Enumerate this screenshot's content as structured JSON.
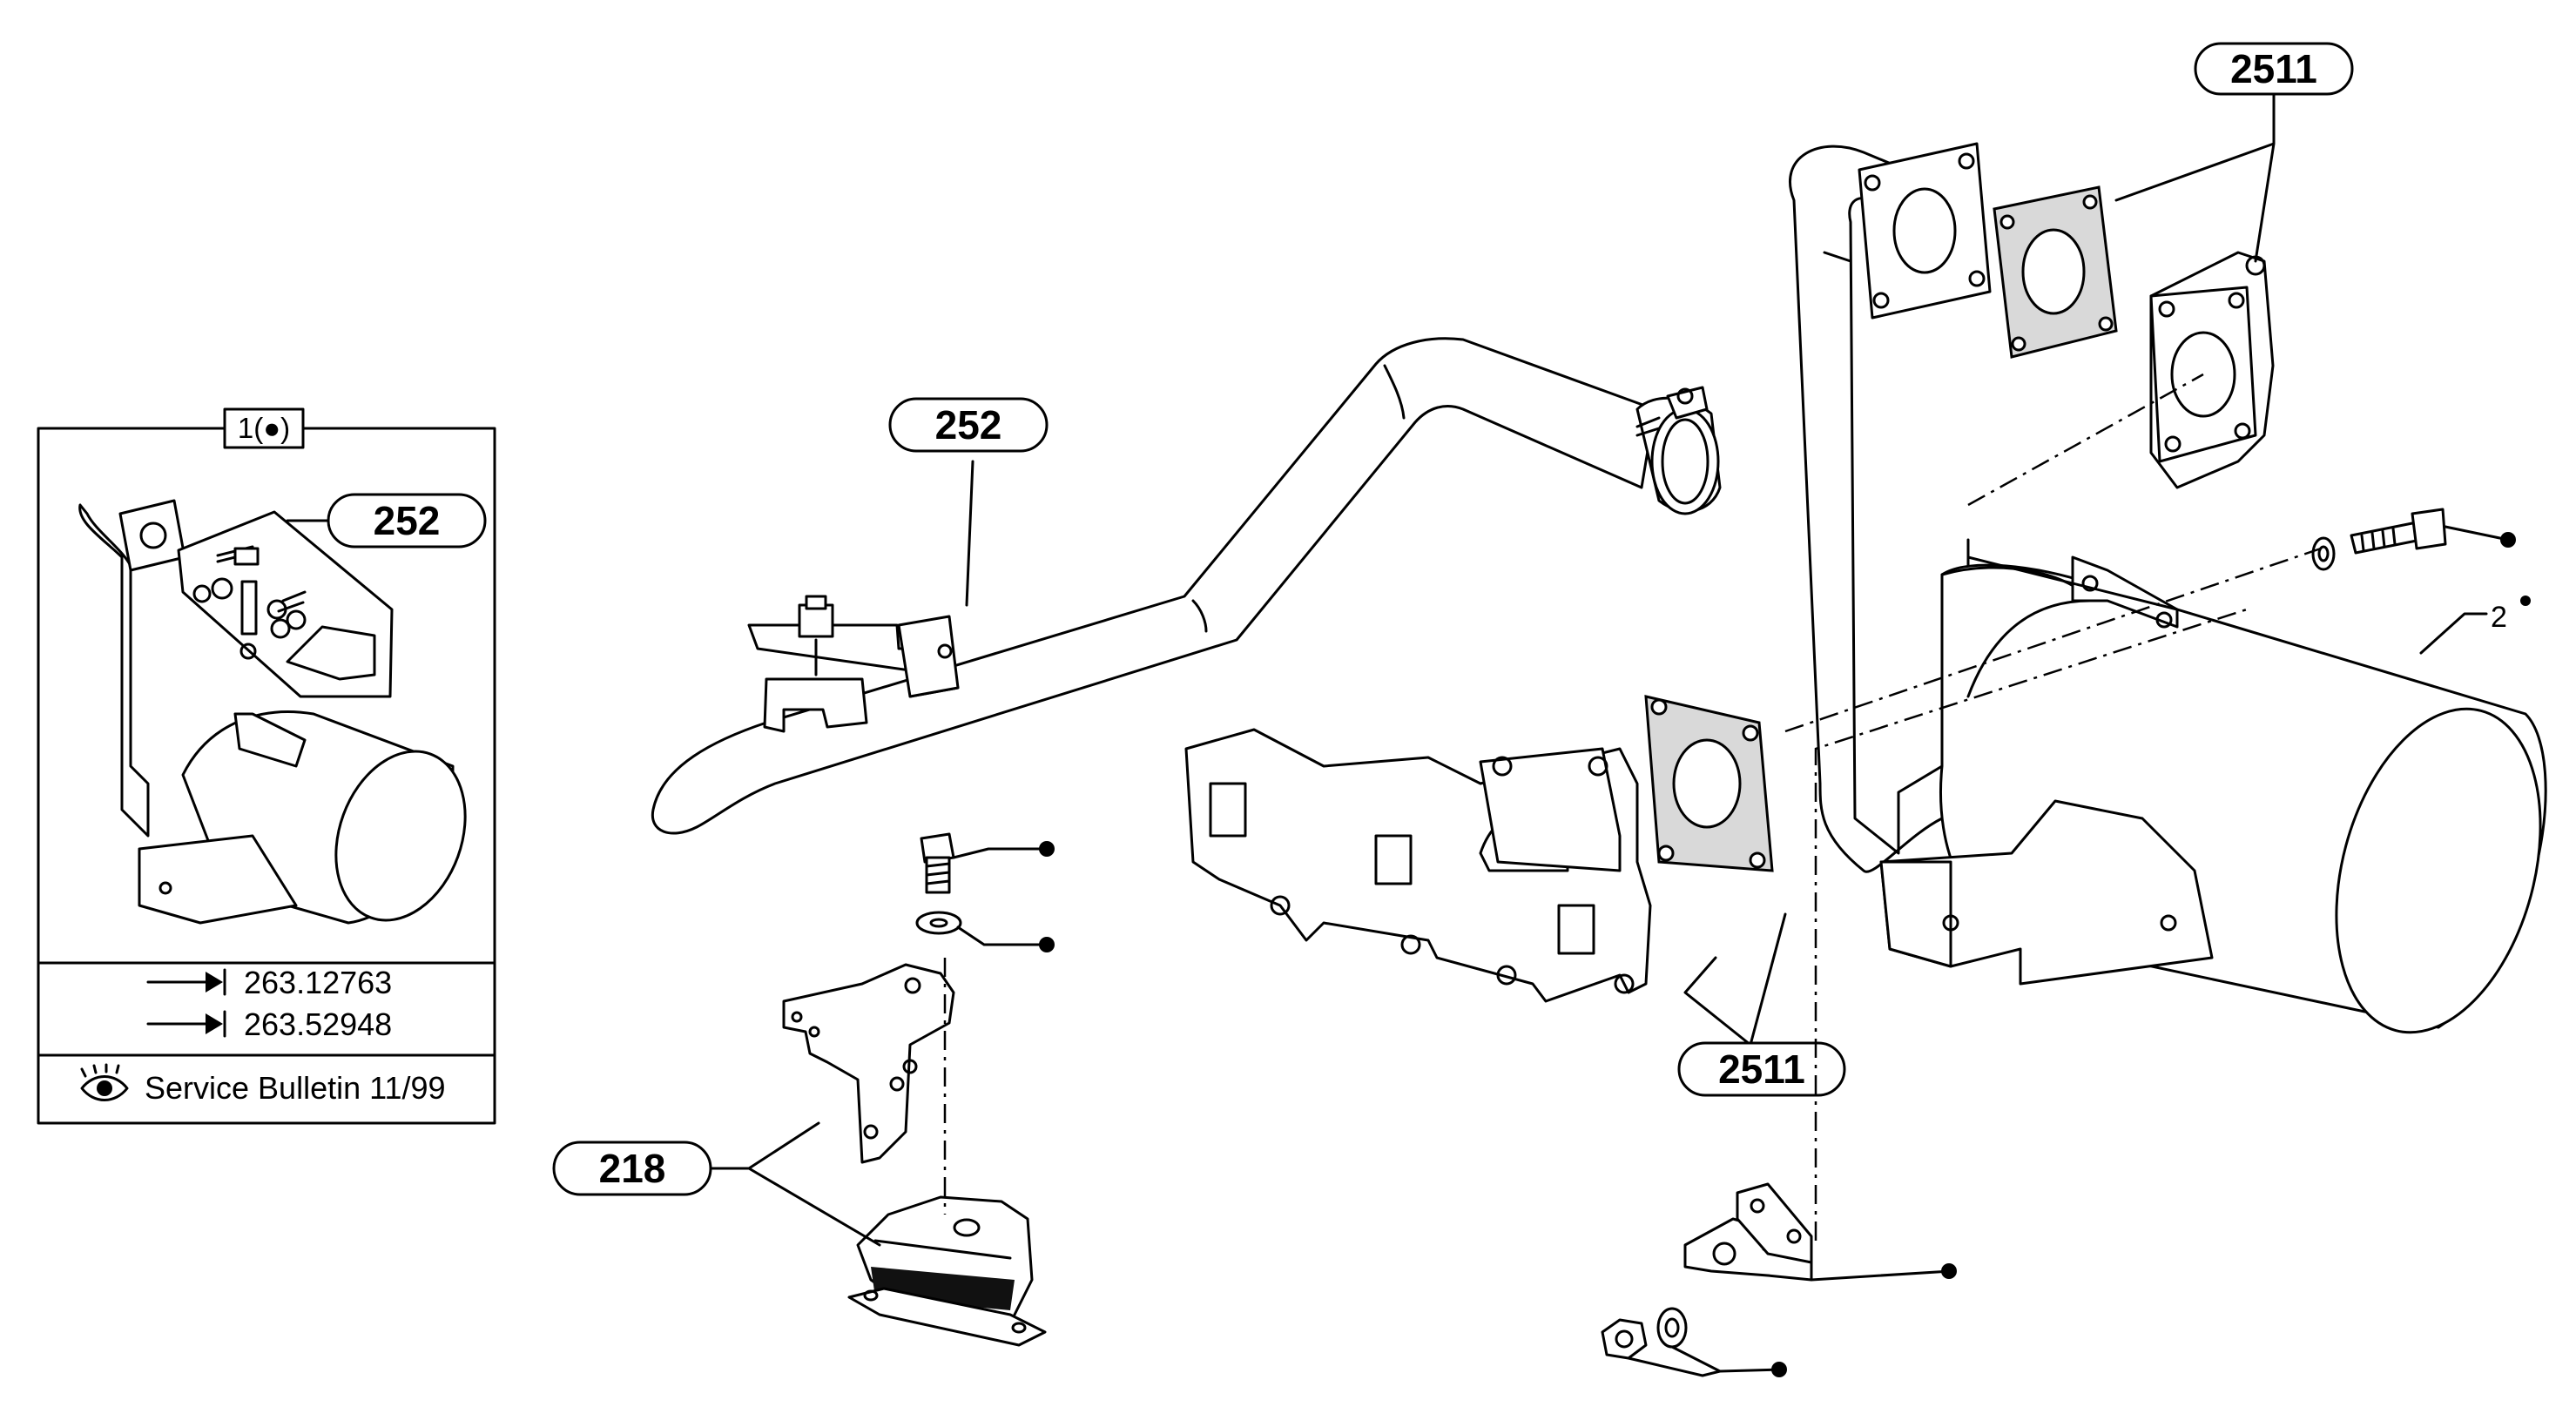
{
  "callouts": {
    "c2511_top": "2511",
    "c252_main": "252",
    "c252_inset": "252",
    "c2511_bottom": "2511",
    "c218": "218",
    "part_2": "2"
  },
  "inset": {
    "header": "1(●)",
    "refs": [
      "263.12763",
      "263.52948"
    ],
    "service_bulletin": "Service Bulletin 11/99"
  }
}
